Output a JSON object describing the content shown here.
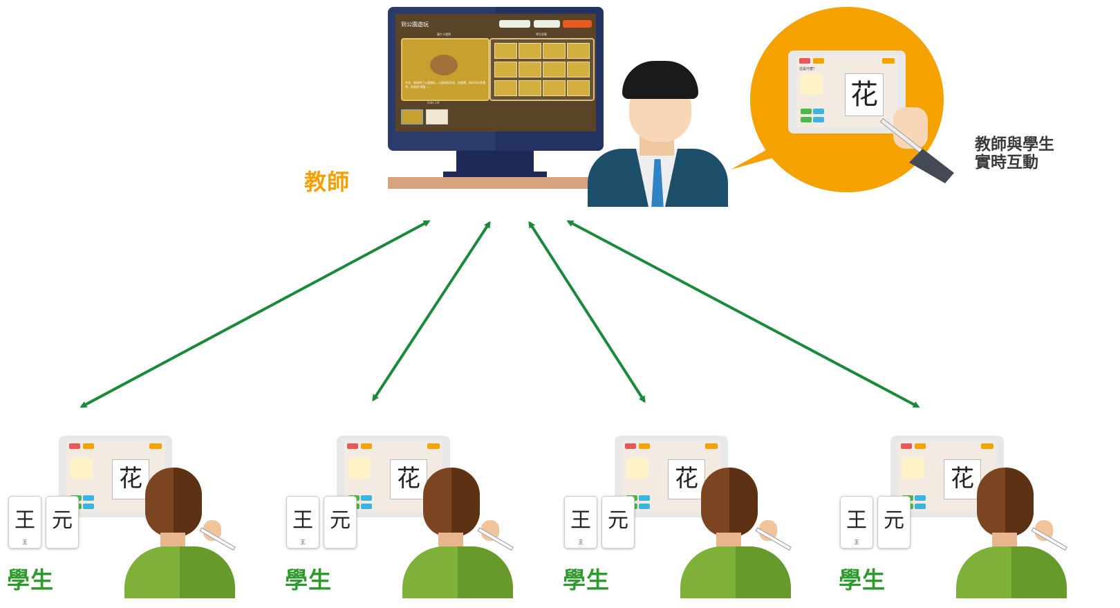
{
  "colors": {
    "arrow": "#1a8a3a",
    "teacher_label": "#f5a000",
    "student_label": "#2e9a2e",
    "bubble": "#f5a200"
  },
  "teacher": {
    "label": "教師",
    "screen_title": "到公園遊玩",
    "screen_panel_title": "圖片卡選擇",
    "screen_grid_title": "學生屏幕",
    "screen_caption": "今天，爸爸帶了公園遊玩，公園有很多花，花園裡，有好多好多漂亮，爸爸說:他要……",
    "screen_page": "Slide 1/4"
  },
  "bubble": {
    "label_line1": "教師與學生",
    "label_line2": "實時互動",
    "tablet_question": "這是什麼？",
    "tablet_char": "花"
  },
  "students": [
    {
      "label": "學生",
      "char": "花",
      "card1": "王",
      "card2": "元",
      "card1_sub": "王"
    },
    {
      "label": "學生",
      "char": "花",
      "card1": "王",
      "card2": "元",
      "card1_sub": "王"
    },
    {
      "label": "學生",
      "char": "花",
      "card1": "王",
      "card2": "元",
      "card1_sub": "王"
    },
    {
      "label": "學生",
      "char": "花",
      "card1": "王",
      "card2": "元",
      "card1_sub": "王"
    }
  ]
}
